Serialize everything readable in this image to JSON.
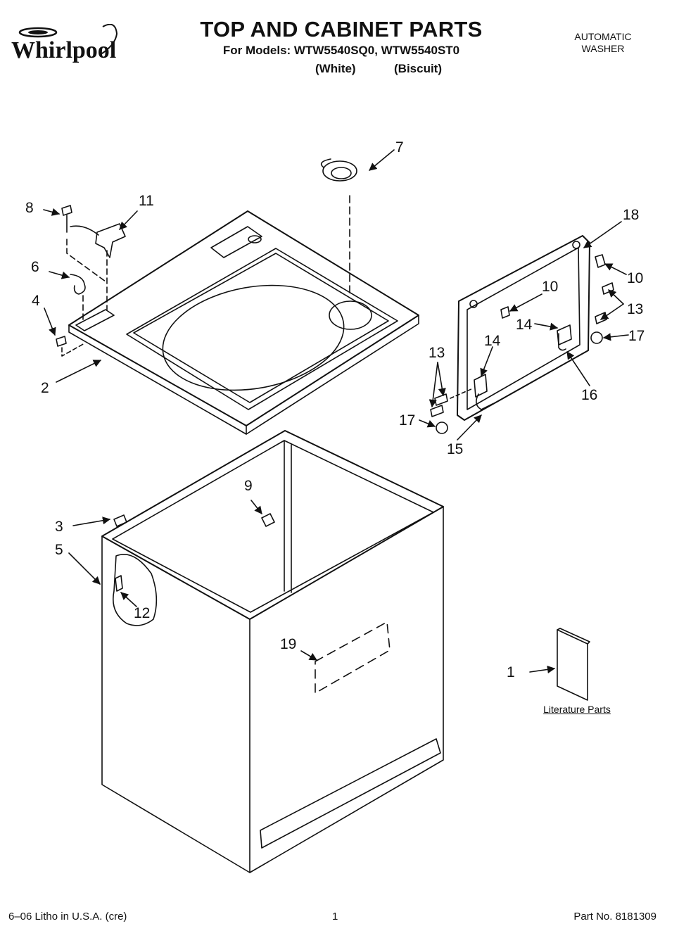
{
  "header": {
    "brand": "Whirlpool",
    "title": "TOP AND CABINET PARTS",
    "models_line": "For Models: WTW5540SQ0, WTW5540ST0",
    "color_1": "(White)",
    "color_2": "(Biscuit)",
    "appliance_type_line1": "AUTOMATIC",
    "appliance_type_line2": "WASHER"
  },
  "callouts": {
    "c1": "1",
    "c2": "2",
    "c3": "3",
    "c4": "4",
    "c5": "5",
    "c6": "6",
    "c7": "7",
    "c8": "8",
    "c9": "9",
    "c10a": "10",
    "c10b": "10",
    "c11": "11",
    "c12": "12",
    "c13a": "13",
    "c13b": "13",
    "c14a": "14",
    "c14b": "14",
    "c15": "15",
    "c16": "16",
    "c17a": "17",
    "c17b": "17",
    "c18": "18",
    "c19": "19"
  },
  "literature_label": "Literature Parts",
  "footer": {
    "left": "6–06 Litho in U.S.A. (cre)",
    "page": "1",
    "part_no": "Part No. 8181309"
  }
}
